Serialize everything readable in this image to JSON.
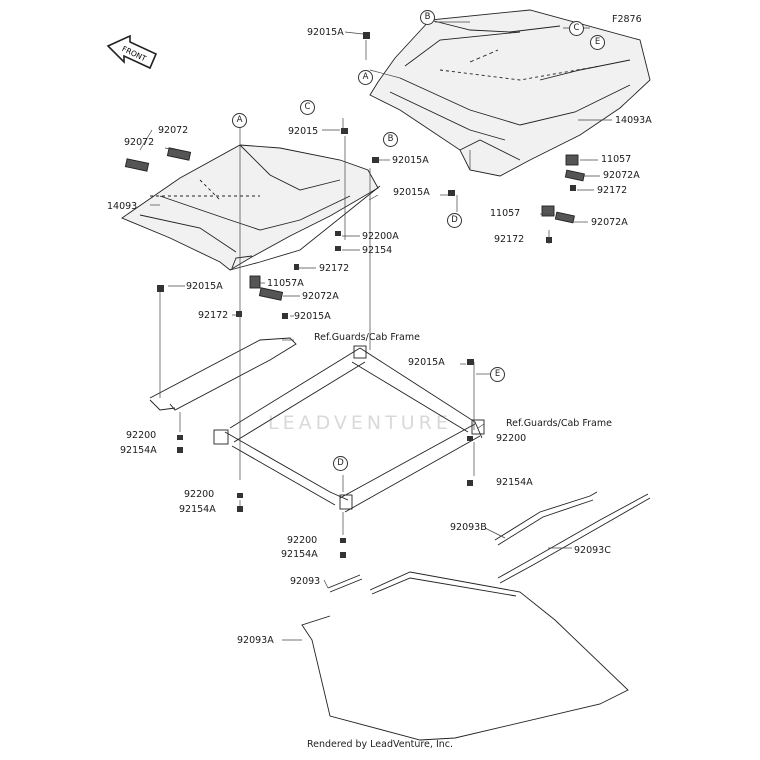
{
  "figure_code": "F2876",
  "front_label": "FRONT",
  "watermark": "LEADVENTURE",
  "footer": "Rendered by LeadVenture, Inc.",
  "callouts": [
    "A",
    "A",
    "B",
    "B",
    "C",
    "C",
    "D",
    "D",
    "E",
    "E"
  ],
  "labels": {
    "l_92015A_top": "92015A",
    "l_92072_a": "92072",
    "l_92072_b": "92072",
    "l_92015_c": "92015",
    "l_14093": "14093",
    "l_92015A_b": "92015A",
    "l_92015A_d": "92015A",
    "l_14093A": "14093A",
    "l_11057_r": "11057",
    "l_92072A_r": "92072A",
    "l_92172_r": "92172",
    "l_11057_r2": "11057",
    "l_92072A_r2": "92072A",
    "l_92172_r2": "92172",
    "l_92200A": "92200A",
    "l_92154": "92154",
    "l_92172_mid": "92172",
    "l_92015A_left": "92015A",
    "l_11057A": "11057A",
    "l_92072A_mid": "92072A",
    "l_92172_left": "92172",
    "l_92015A_mid": "92015A",
    "l_ref1": "Ref.Guards/Cab Frame",
    "l_92015A_e": "92015A",
    "l_ref2": "Ref.Guards/Cab Frame",
    "l_92200_l": "92200",
    "l_92154A_l": "92154A",
    "l_92200_r": "92200",
    "l_92154A_r": "92154A",
    "l_92200_b": "92200",
    "l_92154A_b": "92154A",
    "l_92200_c": "92200",
    "l_92154A_c": "92154A",
    "l_92093B": "92093B",
    "l_92093C": "92093C",
    "l_92093": "92093",
    "l_92093A": "92093A"
  }
}
